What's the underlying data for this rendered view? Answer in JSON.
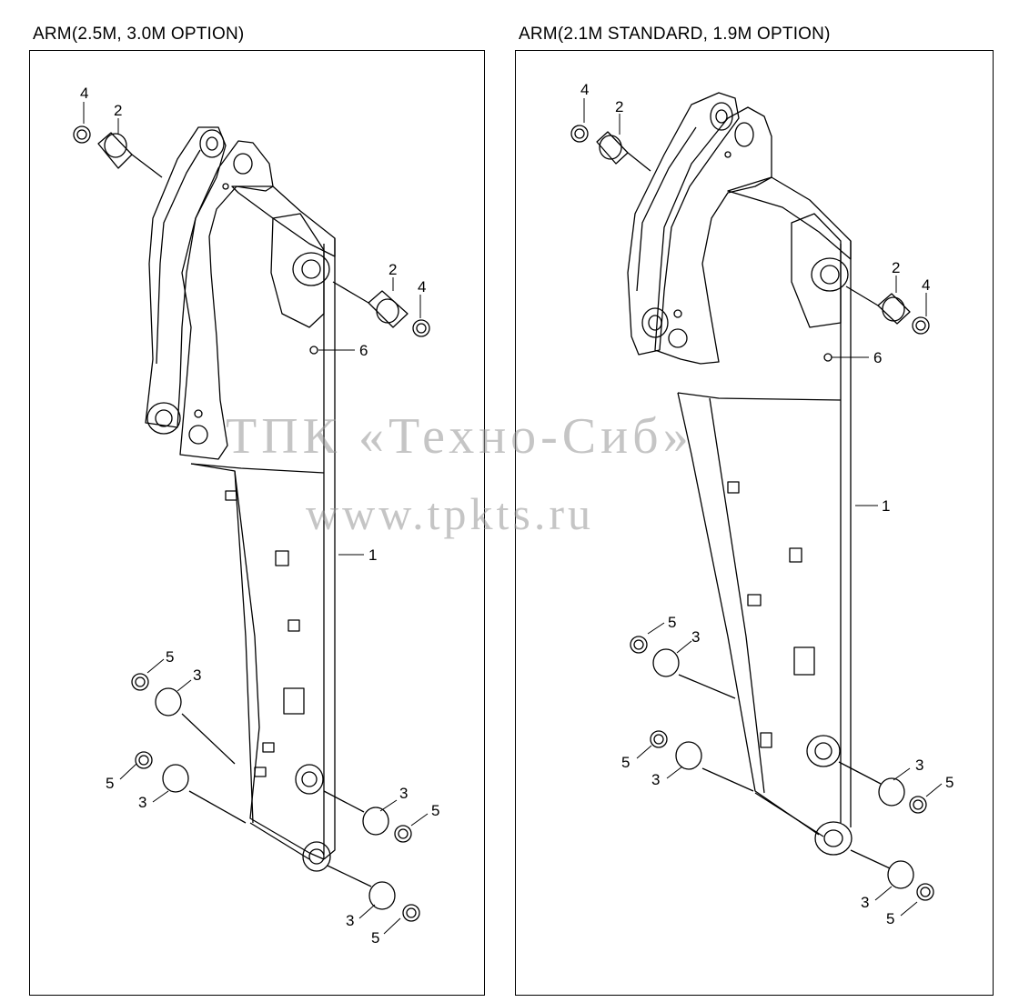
{
  "titles": {
    "left": "ARM(2.5M, 3.0M OPTION)",
    "right": "ARM(2.1M STANDARD, 1.9M OPTION)"
  },
  "watermark": {
    "line1": "ТПК «Техно-Сиб»",
    "line2": "www.tpkts.ru"
  },
  "callouts": {
    "left": {
      "c4_top": "4",
      "c2_top": "2",
      "c2_mid": "2",
      "c4_mid": "4",
      "c6": "6",
      "c1": "1",
      "c5_a": "5",
      "c3_a": "3",
      "c5_b": "5",
      "c3_b": "3",
      "c3_c": "3",
      "c5_c": "5",
      "c3_d": "3",
      "c5_d": "5"
    },
    "right": {
      "c4_top": "4",
      "c2_top": "2",
      "c2_mid": "2",
      "c4_mid": "4",
      "c6": "6",
      "c1": "1",
      "c5_a": "5",
      "c3_a": "3",
      "c5_b": "5",
      "c3_b": "3",
      "c3_c": "3",
      "c5_c": "5",
      "c3_d": "3",
      "c5_d": "5"
    }
  }
}
